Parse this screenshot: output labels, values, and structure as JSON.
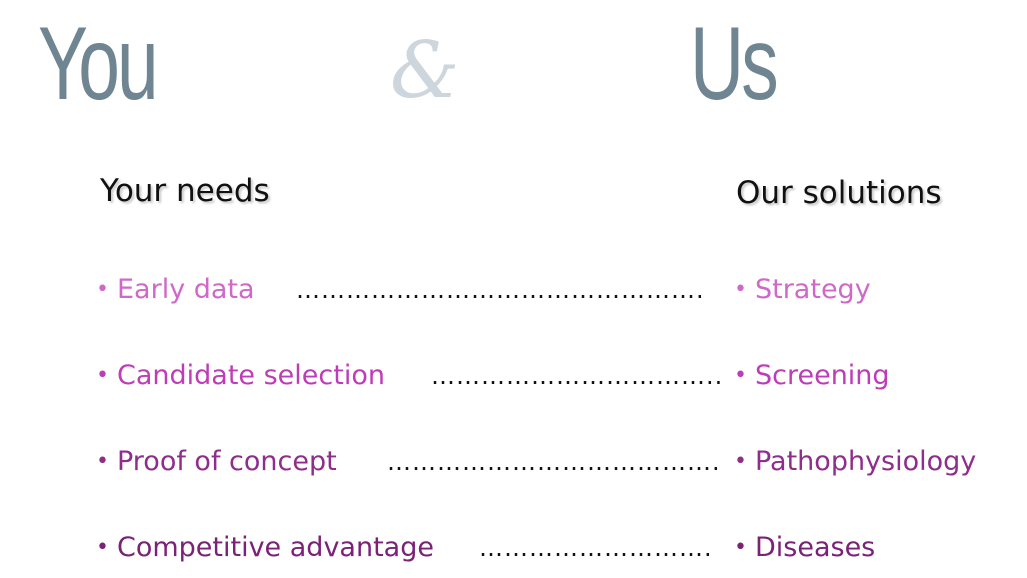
{
  "hero": {
    "left_word": "You",
    "ampersand": "&",
    "right_word": "Us"
  },
  "columns": {
    "needs_heading": "Your needs",
    "solutions_heading": "Our solutions"
  },
  "rows": [
    {
      "need": "Early data",
      "leader": "………………………………………….",
      "solution": "Strategy",
      "color": "#d068c9"
    },
    {
      "need": "Candidate selection",
      "leader": "……………………………..",
      "solution": "Screening",
      "color": "#bf3cb8"
    },
    {
      "need": "Proof of concept",
      "leader": "………………………………….",
      "solution": "Pathophysiology",
      "color": "#8f2d8c"
    },
    {
      "need": "Competitive advantage",
      "leader": "……………………….",
      "solution": "Diseases",
      "color": "#7a2178"
    }
  ],
  "bullet": "•"
}
